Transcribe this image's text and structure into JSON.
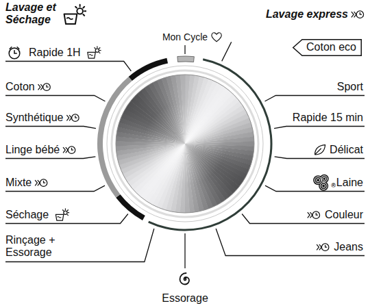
{
  "diagram": {
    "nodes": [
      {
        "text": [
          "Coton eco"
        ]
      }
    ],
    "labels": [
      "Lavage et Séchage",
      "Mon Cycle",
      "Lavage express",
      "Rapide 1H",
      "Coton",
      "Sport",
      "Synthétique",
      "Rapide 15 min",
      "Linge bébé",
      "Délicat",
      "®",
      "Laine",
      "Mixte",
      "Couleur",
      "Séchage",
      "Rinçage + Essorage",
      "Jeans",
      "Essorage"
    ]
  }
}
